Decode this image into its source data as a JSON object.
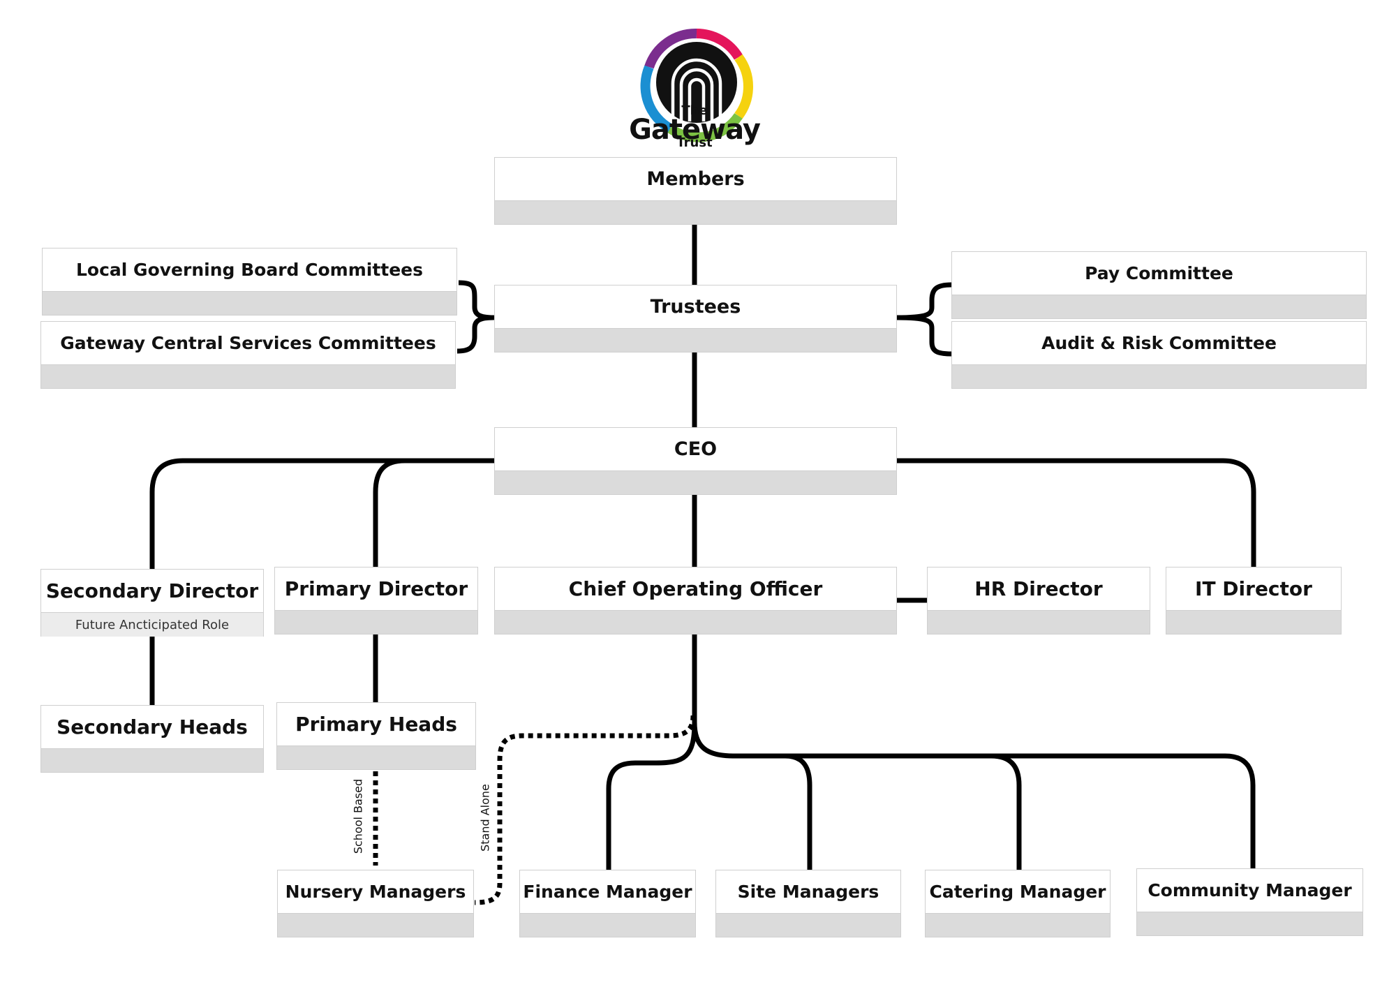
{
  "logo": {
    "line1": "The",
    "line2": "Gateway",
    "line3": "Trust",
    "icon": "rainbow-arch-icon",
    "ring_colors": [
      "#e4155b",
      "#f5d20f",
      "#7cc243",
      "#1b8fd2",
      "#7b2d8e"
    ]
  },
  "colors": {
    "line": "#000000",
    "box_fill": "#ffffff",
    "box_band": "#dbdbdb"
  },
  "boxes": {
    "members": "Members",
    "trustees": "Trustees",
    "local_governing": "Local Governing Board Committees",
    "central_services": "Gateway Central Services Committees",
    "pay_committee": "Pay Committee",
    "audit_risk": "Audit & Risk Committee",
    "ceo": "CEO",
    "secondary_director": "Secondary Director",
    "secondary_director_sub": "Future Ancticipated Role",
    "primary_director": "Primary Director",
    "coo": "Chief Operating Officer",
    "hr_director": "HR Director",
    "it_director": "IT Director",
    "secondary_heads": "Secondary Heads",
    "primary_heads": "Primary Heads",
    "nursery_managers": "Nursery Managers",
    "finance_manager": "Finance Manager",
    "site_managers": "Site Managers",
    "catering_manager": "Catering Manager",
    "community_manager": "Community Manager"
  },
  "labels": {
    "school_based": "School Based",
    "stand_alone": "Stand Alone"
  }
}
